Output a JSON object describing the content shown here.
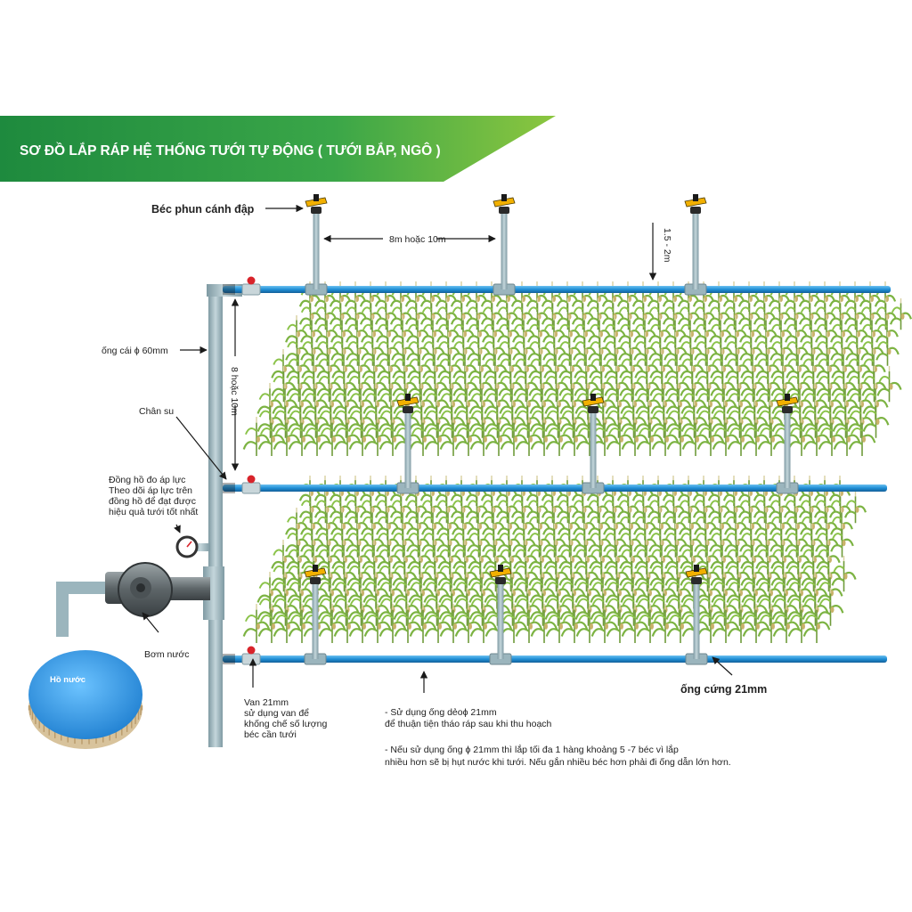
{
  "title": "SƠ ĐỒ LẮP RÁP HỆ THỐNG TƯỚI TỰ ĐỘNG ( TƯỚI BẮP, NGÔ )",
  "colors": {
    "banner_green": "#2e9a46",
    "banner_light": "#8cc63f",
    "pipe_blue": "#1f8fd6",
    "main_pipe": "#9bb5bd",
    "water": "#2f8fe0",
    "valve_red": "#d8232a",
    "sprinkler_yellow": "#f2b000",
    "corn_green": "#7cb342"
  },
  "labels": {
    "sprinkler": "Béc phun cánh đập",
    "spacing_h": "8m hoặc 10m",
    "height": "1.5 - 2m",
    "main_pipe": "ống cái ϕ 60mm",
    "spacing_v": "8 hoặc 10m",
    "chan_su": "Chân su",
    "gauge_lines": [
      "Đồng hồ đo áp lực",
      "Theo dõi áp lực trên",
      "đồng hồ để đạt được",
      "hiệu quả tưới tốt nhất"
    ],
    "pump": "Bơm nước",
    "tank": "Hồ nước",
    "valve_lines": [
      "Van 21mm",
      "sử dụng van để",
      "khống chế số lượng",
      "béc cần tưới"
    ],
    "rigid_pipe": "ống cứng 21mm",
    "note1_lines": [
      "- Sử dụng ống dẻoϕ 21mm",
      "để thuận tiện tháo ráp sau khi thu hoạch"
    ],
    "note2_lines": [
      "- Nếu sử dụng ống ϕ 21mm thì lắp tối đa 1 hàng khoảng 5 -7 béc vì lắp",
      "nhiều hơn sẽ bị hụt nước khi tưới. Nếu gắn nhiều béc hơn phải đi ống dẫn lớn hơn."
    ]
  }
}
